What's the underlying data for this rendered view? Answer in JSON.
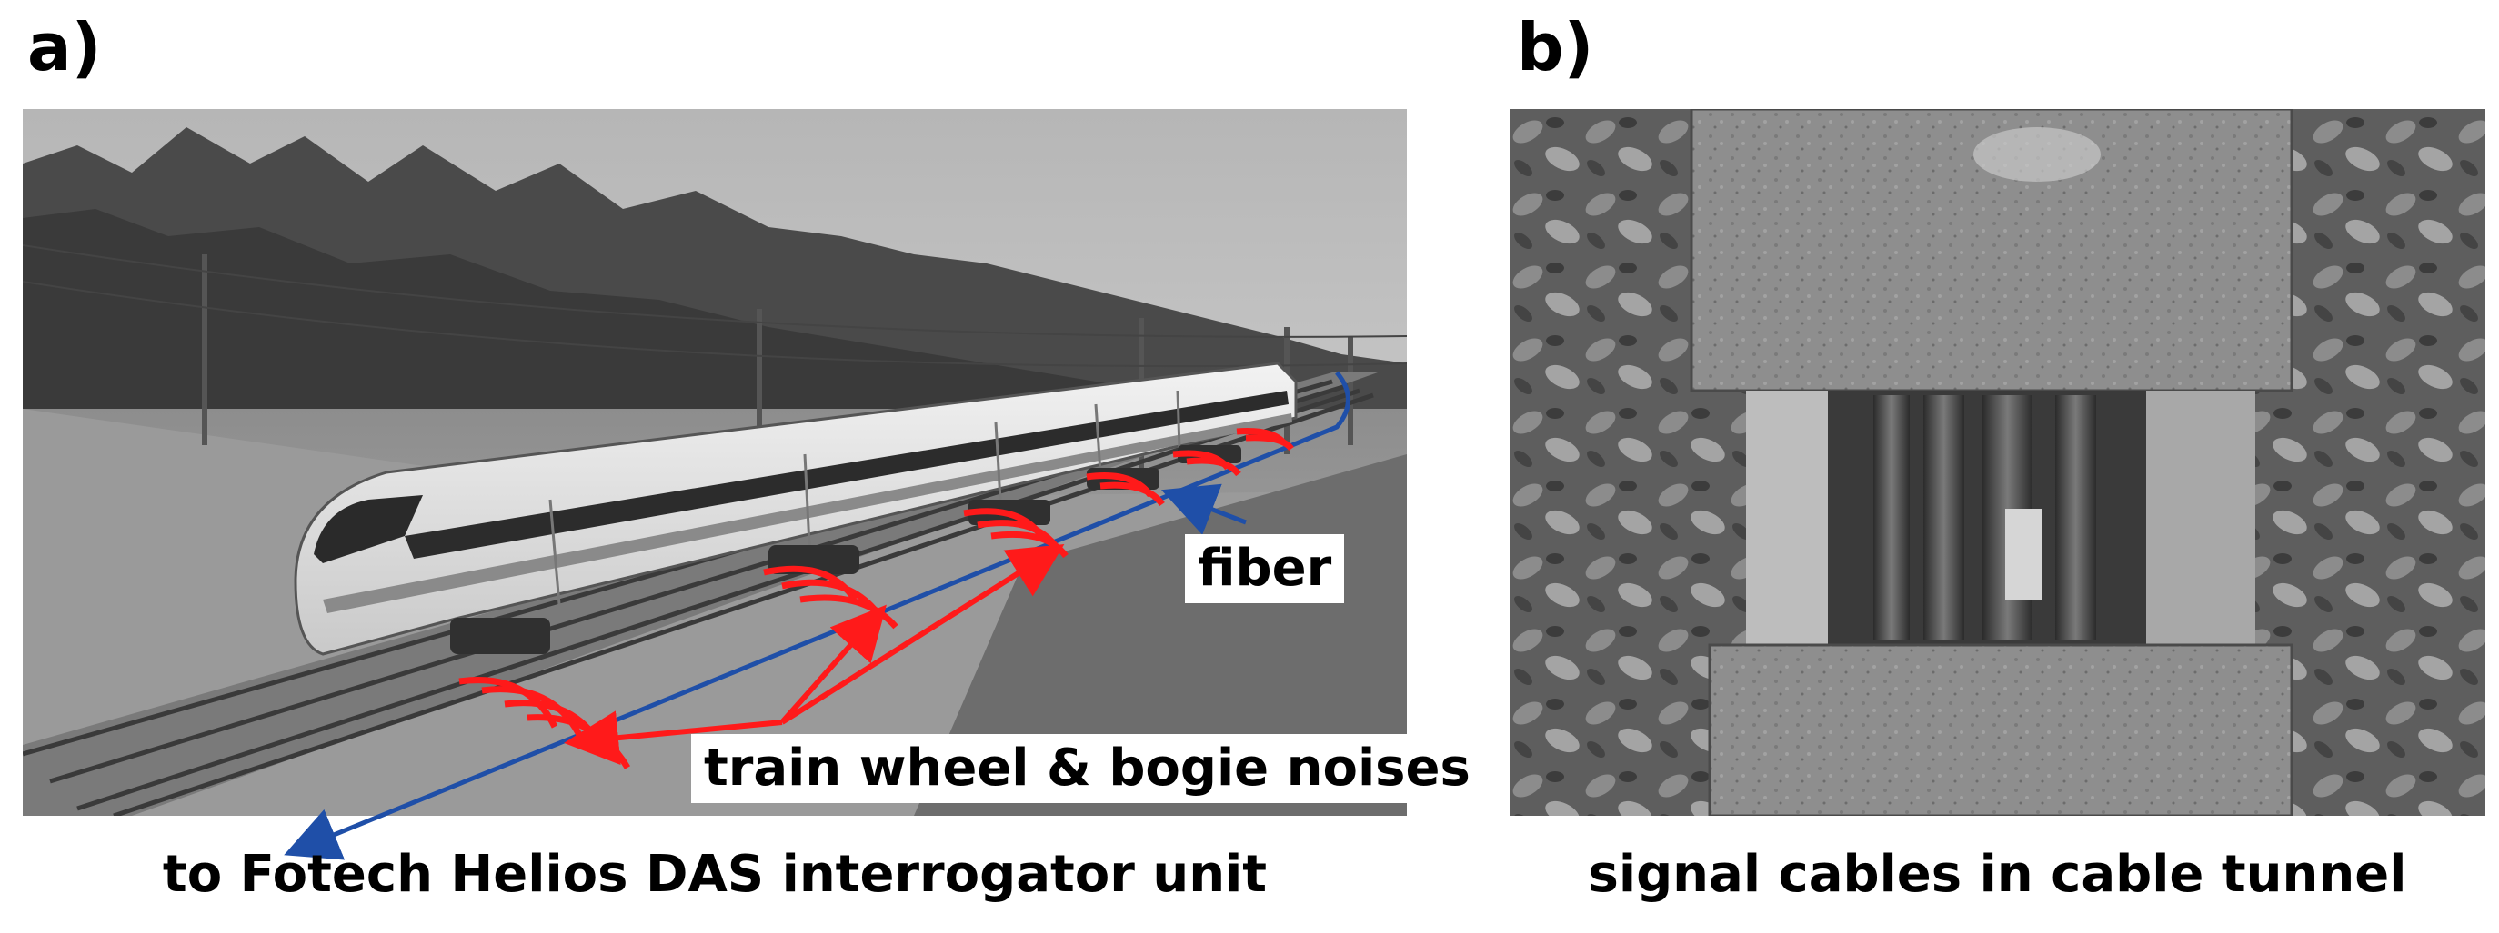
{
  "panel_a": {
    "letter": "a)",
    "caption": "to Fotech Helios DAS interrogator unit",
    "label_fiber": "fiber",
    "label_noise": "train wheel & bogie noises",
    "colors": {
      "fiber_line": "#1f4fa8",
      "noise_arcs": "#ff1a1a"
    }
  },
  "panel_b": {
    "letter": "b)",
    "caption": "signal cables in cable tunnel"
  }
}
